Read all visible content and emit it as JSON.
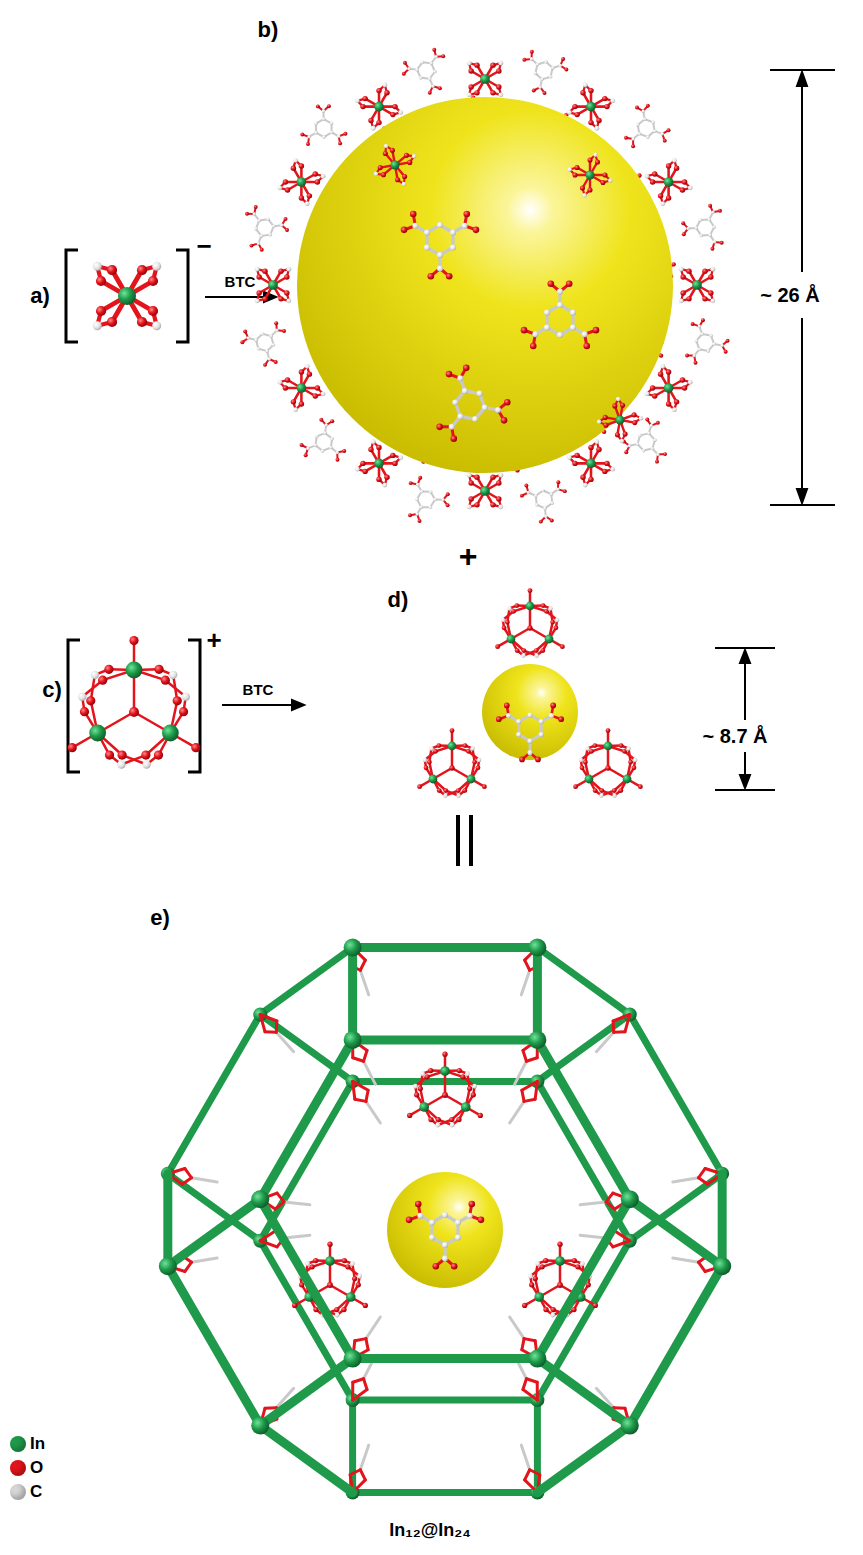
{
  "diagram": {
    "caption": "In₁₂@In₂₄",
    "labels": [
      "b)",
      "a)",
      "−",
      "BTC",
      "~ 26 Å",
      "+",
      "d)",
      "c)",
      "+",
      "BTC",
      "~ 8.7 Å",
      "e)"
    ],
    "legend": [
      {
        "text": "In",
        "color": "#1e9a4a"
      },
      {
        "text": "O",
        "color": "#e3141b"
      },
      {
        "text": "C",
        "color": "#d6d6d6"
      }
    ]
  }
}
